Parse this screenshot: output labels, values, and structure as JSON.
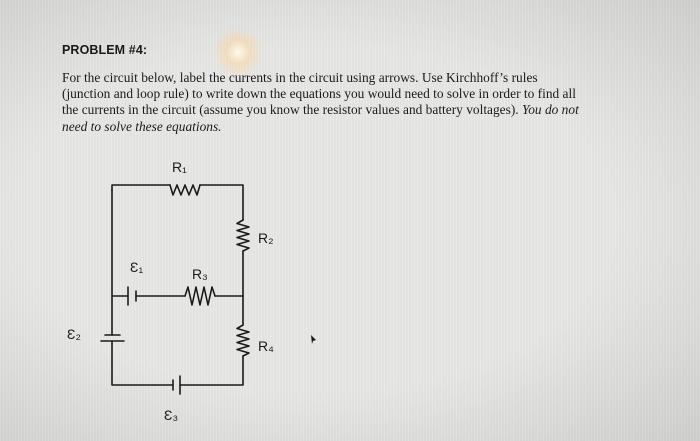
{
  "problem": {
    "title": "PROBLEM #4:",
    "lines": [
      "For the circuit below, label the currents in the circuit using arrows.  Use Kirchhoff’s rules",
      "(junction and loop rule) to write down the equations you would need to solve in order to find all",
      "the currents in the circuit (assume you know the resistor values and battery voltages). "
    ],
    "italic_tail": "You do not",
    "italic_line": "need to solve these equations."
  },
  "circuit": {
    "labels": {
      "r1": "R₁",
      "r2": "R₂",
      "r3": "R₃",
      "r4": "R₄",
      "e1": "Ɛ₁",
      "e2": "Ɛ₂",
      "e3": "Ɛ₃"
    }
  }
}
